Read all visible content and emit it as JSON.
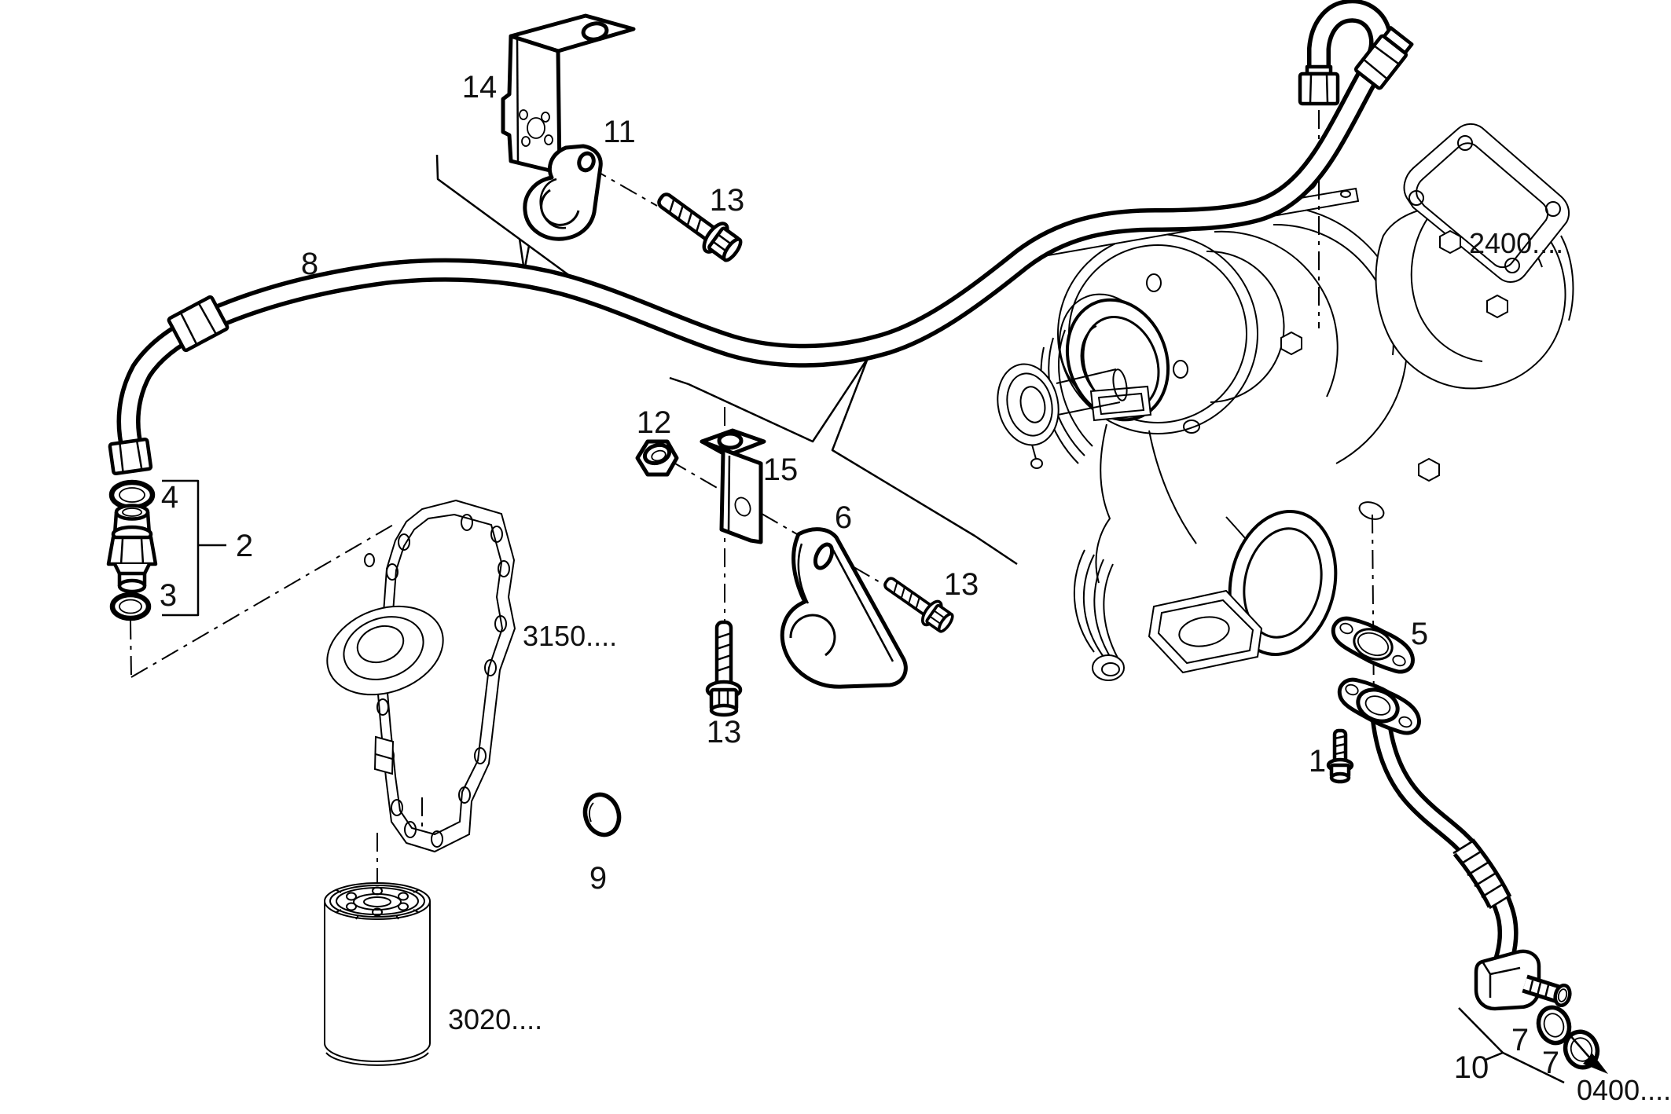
{
  "diagram": {
    "type": "exploded-parts-diagram",
    "subject": "turbocharger oil feed and drain lines with oil filter and cooler housing",
    "background_color": "#ffffff",
    "line_color": "#000000",
    "callouts": [
      {
        "part": "oil-feed-pipe",
        "label": "8"
      },
      {
        "part": "mounting-bracket-upper",
        "label": "14"
      },
      {
        "part": "pipe-clamp-upper",
        "label": "11"
      },
      {
        "part": "flange-bolt-upper",
        "label": "13"
      },
      {
        "part": "hex-nut",
        "label": "12"
      },
      {
        "part": "mounting-bracket-lower",
        "label": "15"
      },
      {
        "part": "pipe-clamp-lower",
        "label": "6"
      },
      {
        "part": "flange-bolt-middle",
        "label": "13"
      },
      {
        "part": "flange-bolt-vertical",
        "label": "13"
      },
      {
        "part": "o-ring-upper",
        "label": "4"
      },
      {
        "part": "union-fitting",
        "label": "2"
      },
      {
        "part": "o-ring-lower",
        "label": "3"
      },
      {
        "part": "drain-gasket",
        "label": "5"
      },
      {
        "part": "stud-bolt",
        "label": "1"
      },
      {
        "part": "o-ring-small",
        "label": "9"
      },
      {
        "part": "oil-drain-pipe",
        "label": "10"
      },
      {
        "part": "seal-ring-upper",
        "label": "7"
      },
      {
        "part": "seal-ring-lower",
        "label": "7"
      }
    ],
    "reference_codes": [
      {
        "code": "2400....",
        "attached_to": "turbocharger"
      },
      {
        "code": "3150....",
        "attached_to": "oil-cooler-housing"
      },
      {
        "code": "3020....",
        "attached_to": "oil-filter"
      },
      {
        "code": "0400....",
        "attached_to": "direction-arrow"
      }
    ],
    "arrow": {
      "icon": "filled-arrowhead",
      "direction": "down-right",
      "points_to": "0400...."
    }
  }
}
